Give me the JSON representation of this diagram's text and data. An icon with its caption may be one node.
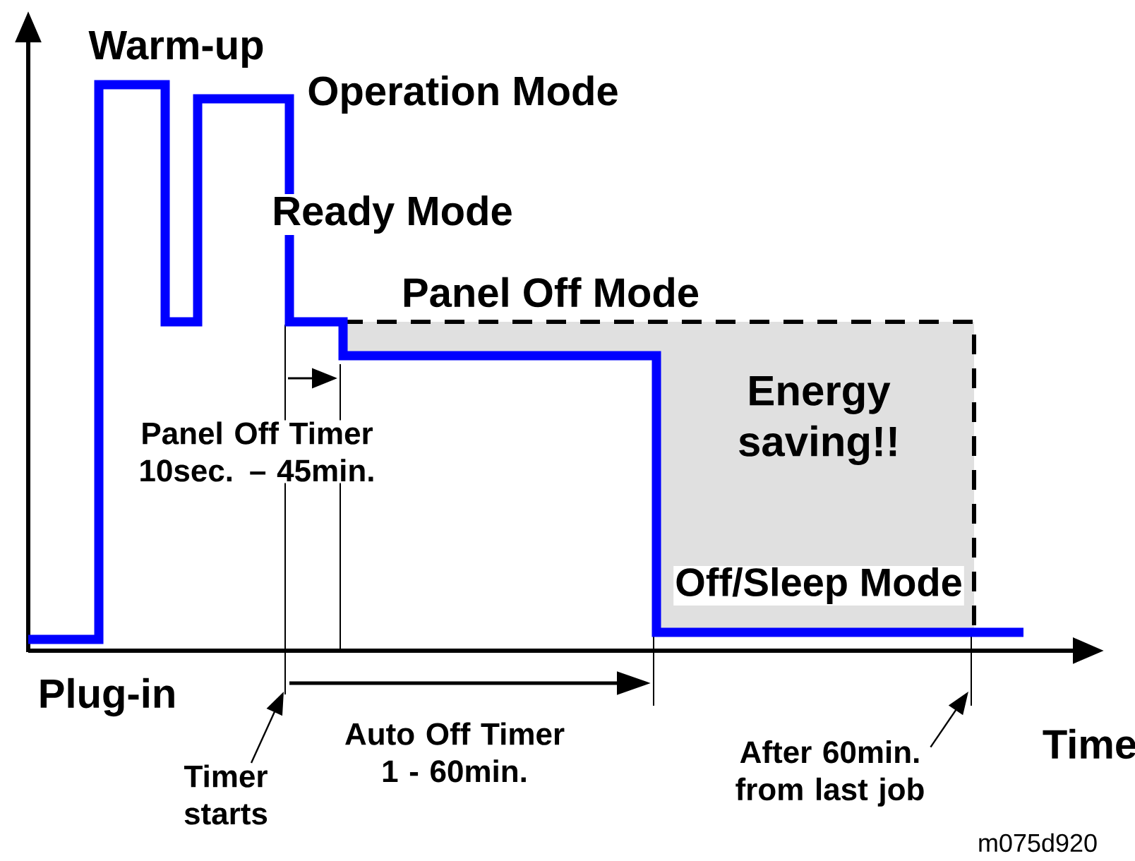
{
  "diagram": {
    "nodes": [
      {
        "text": [
          "Panel Off Mode",
          "Energy saving!!",
          "Off/Sleep Mode"
        ]
      },
      {
        "text": [
          "Timer starts"
        ]
      },
      {
        "text": [
          "After 60min. from last job"
        ]
      }
    ],
    "edges": [
      {
        "from": 1,
        "to": null,
        "arrow": "to"
      },
      {
        "from": 2,
        "to": null,
        "arrow": "to"
      }
    ],
    "labels": [
      "Warm-up",
      "Operation Mode",
      "Ready Mode",
      "Panel Off Timer 10sec. – 45min.",
      "Plug-in",
      "Auto Off Timer 1 - 60min.",
      "Time",
      "m075d920"
    ]
  }
}
